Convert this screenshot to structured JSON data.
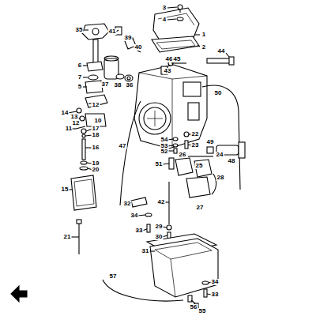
{
  "diagram": {
    "labels": [
      "35",
      "41",
      "39",
      "40",
      "3",
      "4",
      "1",
      "2",
      "44",
      "46",
      "45",
      "43",
      "6",
      "7",
      "5",
      "37",
      "38",
      "36",
      "50",
      "12",
      "14",
      "13",
      "12",
      "10",
      "11",
      "17",
      "18",
      "16",
      "19",
      "20",
      "15",
      "21",
      "47",
      "54",
      "53",
      "52",
      "22",
      "23",
      "49",
      "48",
      "24",
      "26",
      "25",
      "51",
      "28",
      "32",
      "34",
      "33",
      "42",
      "29",
      "30",
      "27",
      "31",
      "34",
      "33",
      "57",
      "56",
      "55"
    ]
  }
}
